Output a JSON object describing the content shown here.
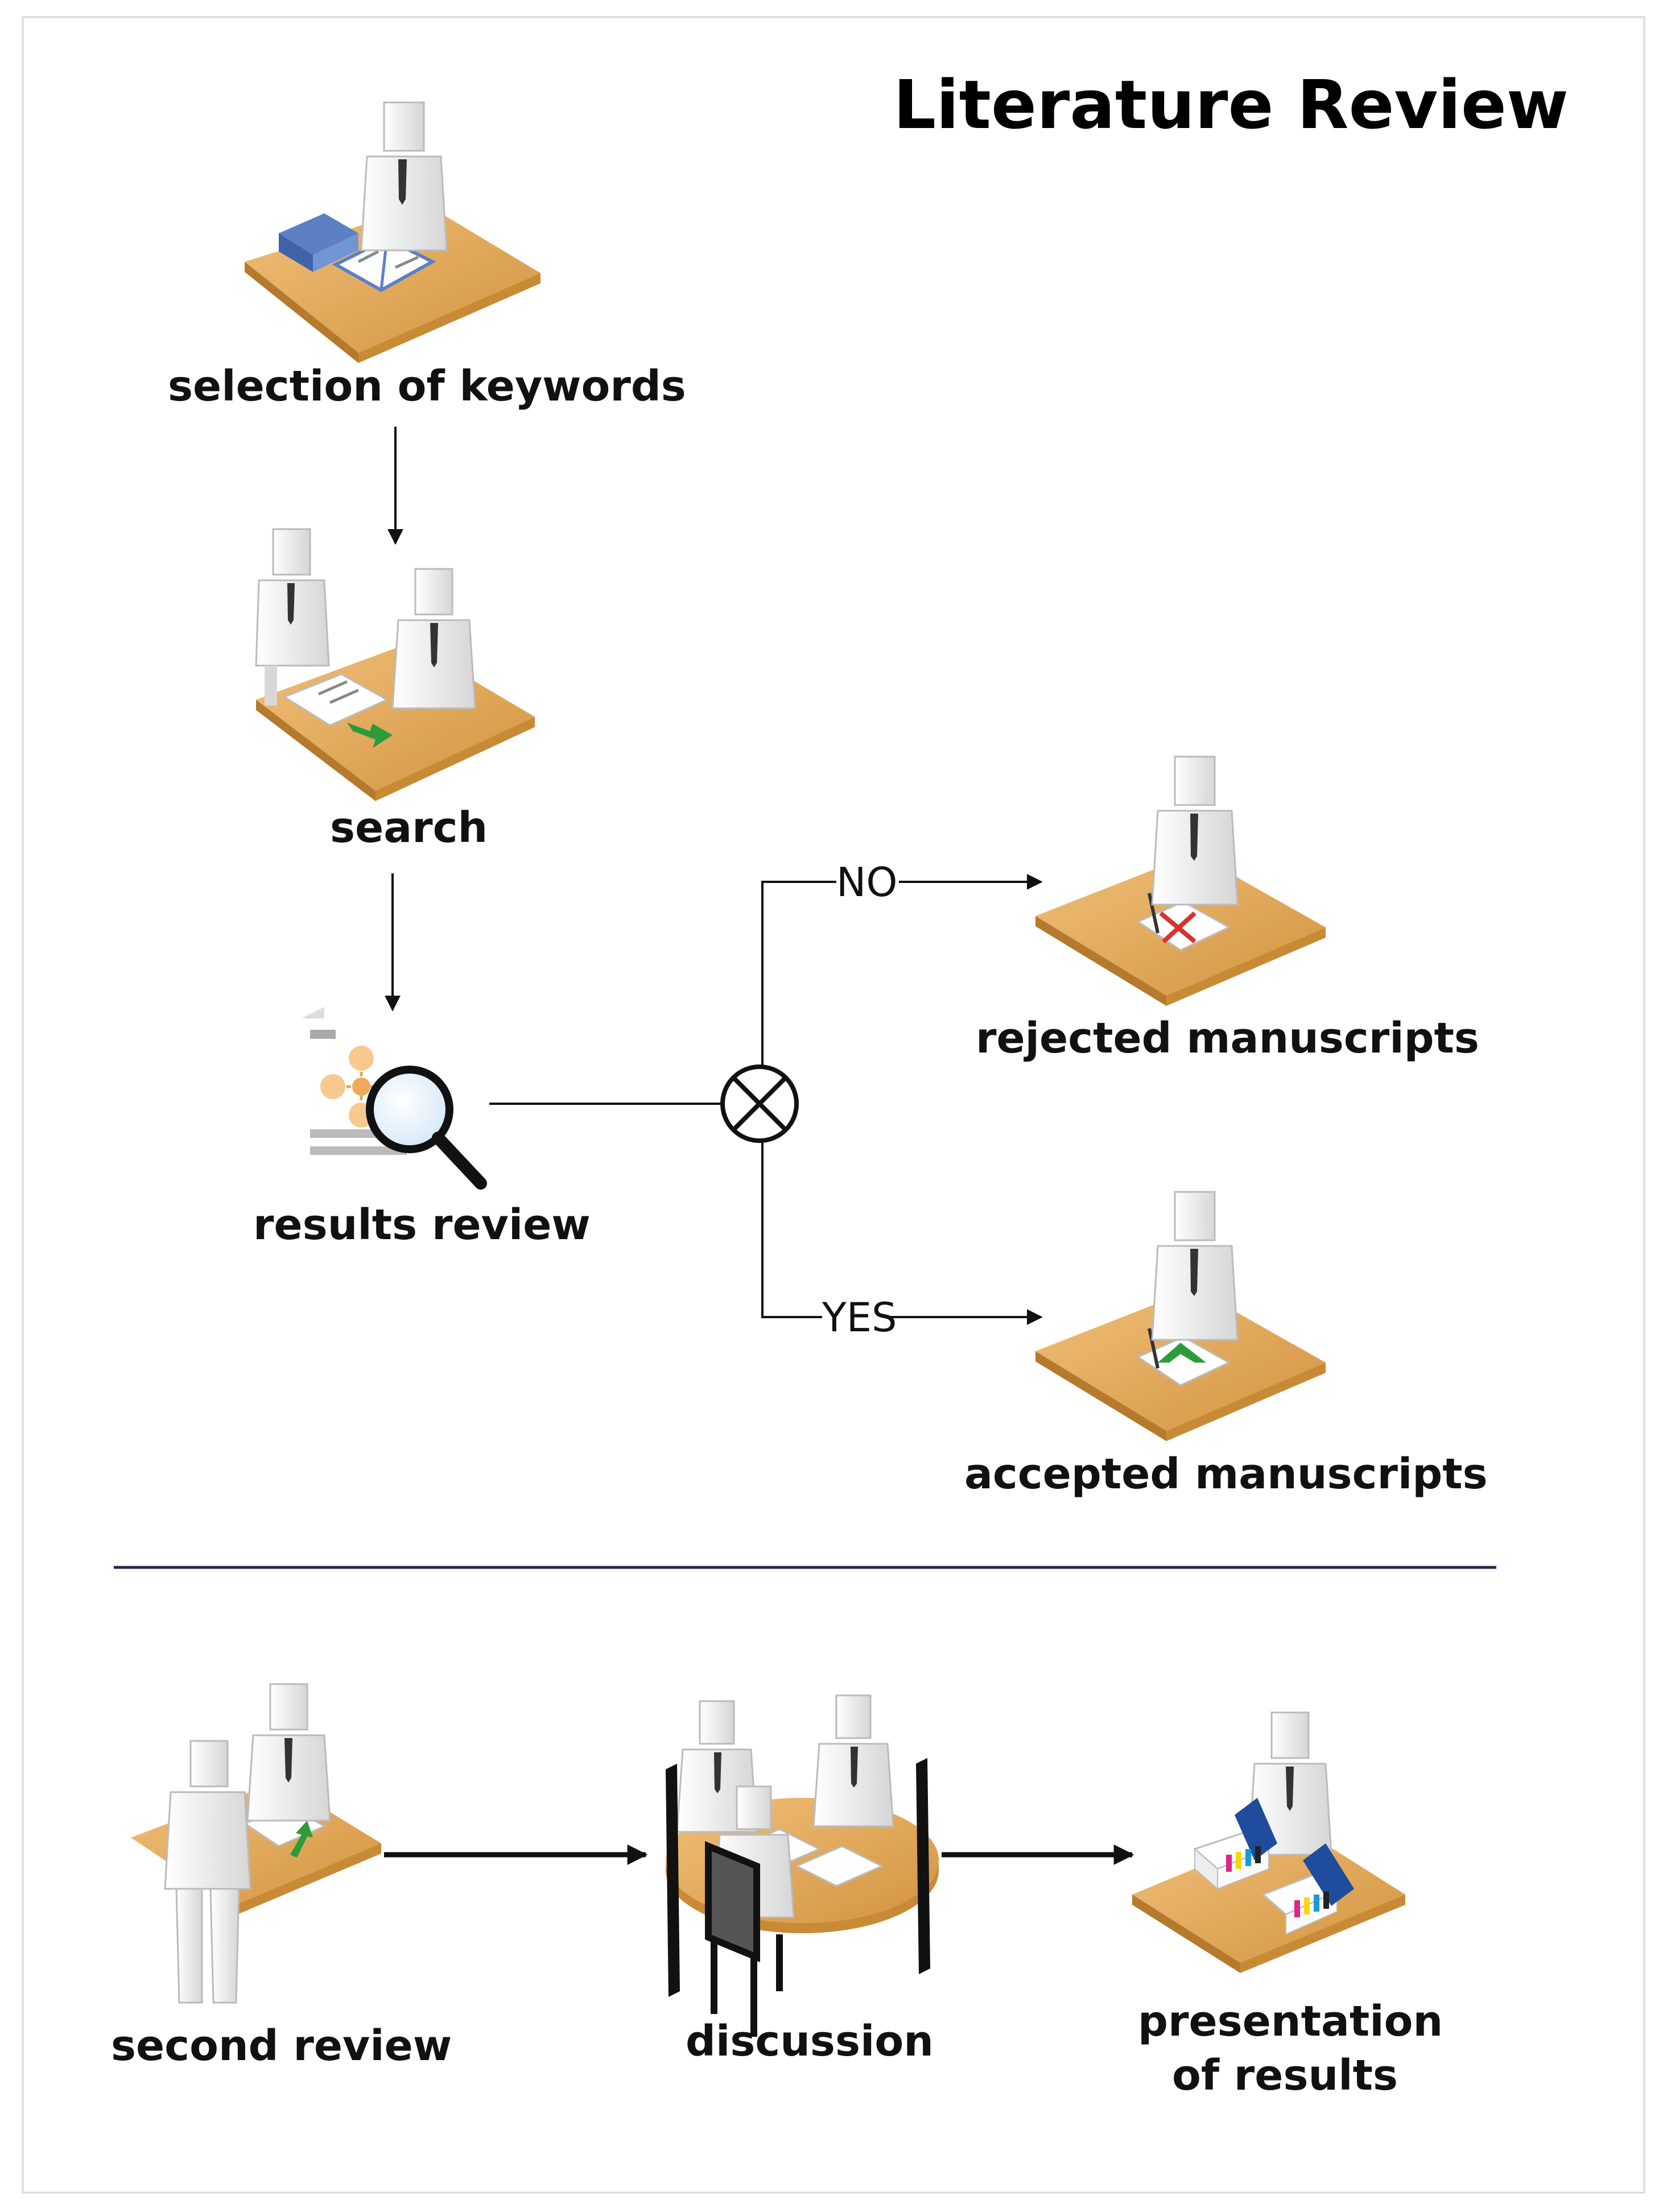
{
  "title": "Literature Review",
  "nodes": {
    "keywords": "selection of keywords",
    "search": "search",
    "results": "results review",
    "rejected": "rejected manuscripts",
    "accepted": "accepted manuscripts",
    "second_review": "second review",
    "discussion": "discussion",
    "presentation_line1": "presentation",
    "presentation_line2": "of results"
  },
  "edges": {
    "no": "NO",
    "yes": "YES"
  },
  "colors": {
    "desk": "#e2a95b",
    "desk_dark": "#c98a36",
    "figure": "#efefef",
    "figure_shade": "#cfcfcf",
    "tie": "#333333",
    "book": "#5b80c4",
    "arrow_green": "#2e9b3a",
    "reject_red": "#d9332b",
    "accept_green": "#2e9b3a",
    "lines": "#111111",
    "divider": "#1f2a4a"
  },
  "icons": {
    "gateway": "exclusive-gateway-icon",
    "magnifier": "magnifier-icon"
  }
}
